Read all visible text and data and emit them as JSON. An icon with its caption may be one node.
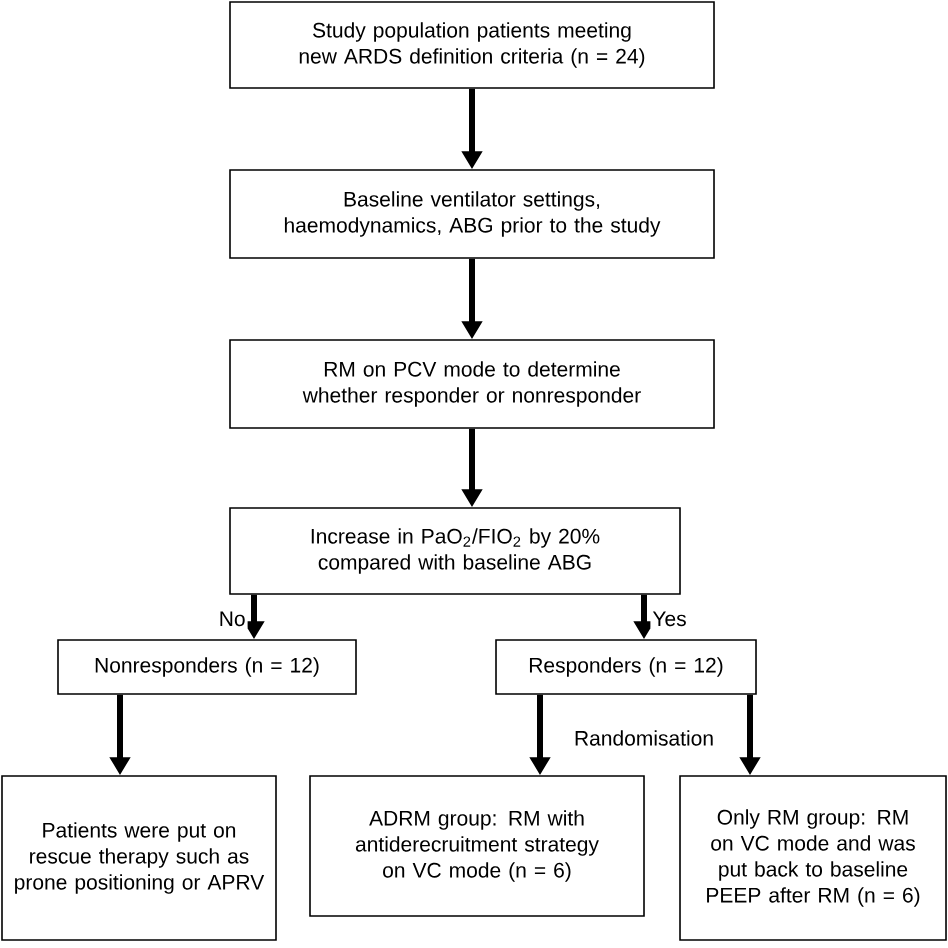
{
  "diagram": {
    "nodes": [
      {
        "text": [
          "Study population patients meeting new ARDS definition criteria (n = 24)"
        ]
      },
      {
        "text": [
          "Baseline ventilator settings, haemodynamics, ABG prior to the study"
        ]
      },
      {
        "text": [
          "RM on PCV mode to determine whether responder or nonresponder"
        ]
      },
      {
        "text": [
          "Increase in PaO$_{2}$/FIO$_{2}$ by 20% compared with baseline ABG"
        ]
      },
      {
        "text": [
          "Nonresponders (n = 12)"
        ]
      },
      {
        "text": [
          "Responders (n = 12)"
        ]
      },
      {
        "text": [
          "Patients were put on rescue therapy such as prone positioning or APRV"
        ]
      },
      {
        "text": [
          "ADRM group: RM with antiderecruitment strategy on VC mode (n = 6)"
        ]
      },
      {
        "text": [
          "Only RM group: RM on VC mode and was put back to baseline PEEP after RM (n = 6)"
        ]
      }
    ],
    "edges": [
      {
        "from": 0,
        "to": 1,
        "arrow": "to"
      },
      {
        "from": 1,
        "to": 2,
        "arrow": "to"
      },
      {
        "from": 2,
        "to": 3,
        "arrow": "to"
      },
      {
        "from": 3,
        "to": 4,
        "arrow": "to",
        "label": "No"
      },
      {
        "from": 3,
        "to": 5,
        "arrow": "to",
        "label": "Yes"
      },
      {
        "from": 4,
        "to": 6,
        "arrow": "to"
      },
      {
        "from": 5,
        "to": 7,
        "arrow": "to"
      },
      {
        "from": 5,
        "to": 8,
        "arrow": "to"
      }
    ],
    "labels": [
      "Randomisation"
    ]
  }
}
